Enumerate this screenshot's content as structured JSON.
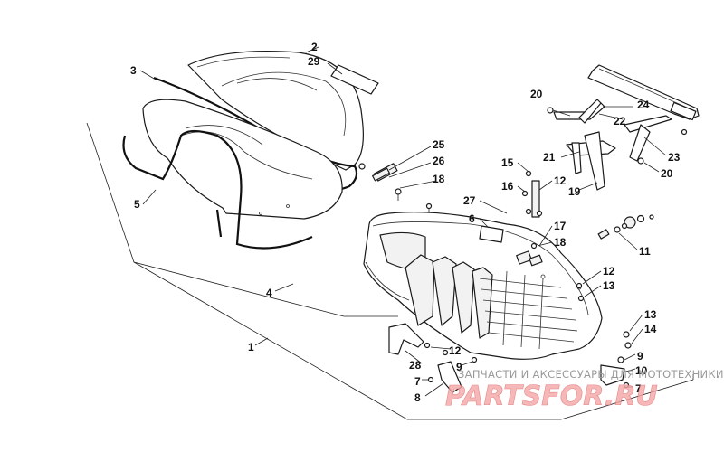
{
  "callouts": {
    "c2": "2",
    "c29": "29",
    "c3": "3",
    "c5": "5",
    "c4": "4",
    "c1": "1",
    "c25": "25",
    "c26": "26",
    "c18a": "18",
    "c27": "27",
    "c6": "6",
    "c20a": "20",
    "c24": "24",
    "c22": "22",
    "c23": "23",
    "c20b": "20",
    "c21": "21",
    "c19": "19",
    "c15": "15",
    "c16": "16",
    "c12a": "12",
    "c17": "17",
    "c18b": "18",
    "c11": "11",
    "c12b": "12",
    "c13a": "13",
    "c13b": "13",
    "c14": "14",
    "c9a": "9",
    "c10": "10",
    "c7a": "7",
    "c12c": "12",
    "c9b": "9",
    "c28": "28",
    "c7b": "7",
    "c8": "8"
  },
  "watermark": {
    "subtitle": "ЗАПЧАСТИ И АКСЕССУАРЫ ДЛЯ МОТОТЕХНИКИ",
    "brand": "PARTSFOR.RU"
  }
}
